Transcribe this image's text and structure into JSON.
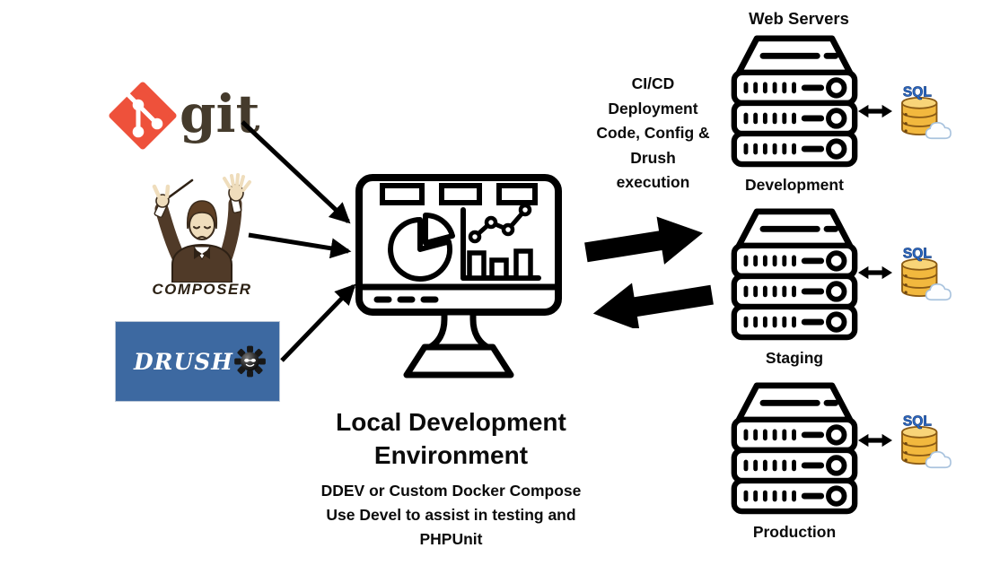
{
  "diagram": {
    "git": {
      "label": "git"
    },
    "composer": {
      "label": "COMPOSER"
    },
    "drush": {
      "label": "DRUSH"
    },
    "local_env": {
      "title": "Local Development\nEnvironment",
      "subtitle": "DDEV or Custom Docker Compose\nUse Devel to assist in testing and\nPHPUnit"
    },
    "cicd_label": "CI/CD\nDeployment\nCode, Config &\nDrush\nexecution",
    "web_servers": {
      "title": "Web Servers",
      "environments": [
        {
          "label": "Development",
          "db_label": "SQL"
        },
        {
          "label": "Staging",
          "db_label": "SQL"
        },
        {
          "label": "Production",
          "db_label": "SQL"
        }
      ]
    },
    "colors": {
      "git_red": "#EE513B",
      "git_text_brown": "#453B2C",
      "drush_blue": "#3D69A1",
      "db_gold": "#F2B83E",
      "db_label_blue": "#2E6CC8",
      "arrow_black": "#000000"
    }
  }
}
